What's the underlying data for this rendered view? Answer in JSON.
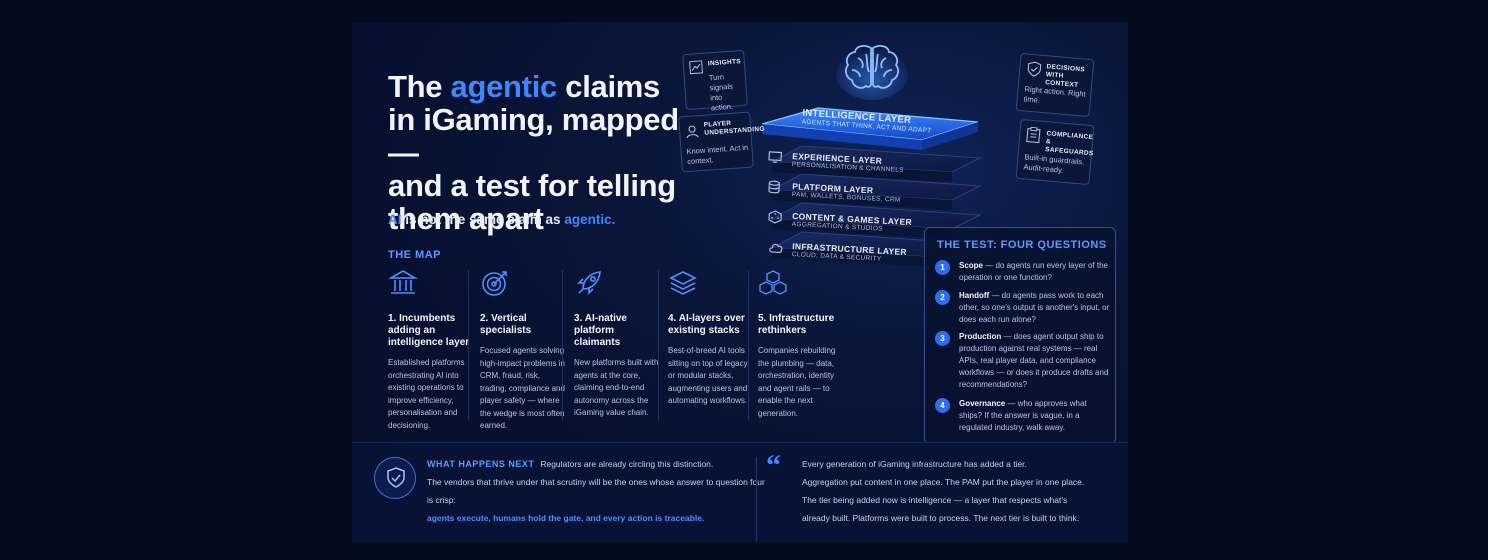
{
  "title": {
    "line1_pre": "The ",
    "line1_accent": "agentic",
    "line1_post": " claims",
    "line2": "in iGaming, mapped —",
    "line3": "and a test for telling",
    "line4": "them apart"
  },
  "subtitle": {
    "accent1": "AI",
    "middle": " is not the same claim as ",
    "accent2": "agentic."
  },
  "map": {
    "label": "THE MAP",
    "columns": [
      {
        "icon": "institution-icon",
        "heading": "1. Incumbents adding an intelligence layer",
        "body": "Established platforms orchestrating AI into existing operations to improve efficiency, personalisation and decisioning."
      },
      {
        "icon": "target-icon",
        "heading": "2. Vertical specialists",
        "body": "Focused agents solving high-impact problems in CRM, fraud, risk, trading, compliance and player safety — where the wedge is most often earned."
      },
      {
        "icon": "rocket-icon",
        "heading": "3. AI-native platform claimants",
        "body": "New platforms built with agents at the core, claiming end-to-end autonomy across the iGaming value chain."
      },
      {
        "icon": "layers-icon",
        "heading": "4. AI-layers over existing stacks",
        "body": "Best-of-breed AI tools sitting on top of legacy or modular stacks, augmenting users and automating workflows."
      },
      {
        "icon": "cubes-icon",
        "heading": "5. Infrastructure rethinkers",
        "body": "Companies rebuilding the plumbing — data, orchestration, identity and agent rails — to enable the next generation."
      }
    ]
  },
  "stack": {
    "top": {
      "title": "INTELLIGENCE LAYER",
      "sub": "AGENTS THAT THINK, ACT AND ADAPT"
    },
    "layers": [
      {
        "icon": "monitor-icon",
        "title": "EXPERIENCE LAYER",
        "sub": "PERSONALISATION & CHANNELS"
      },
      {
        "icon": "database-icon",
        "title": "PLATFORM LAYER",
        "sub": "PAM, WALLETS, BONUSES, CRM"
      },
      {
        "icon": "dice-icon",
        "title": "CONTENT & GAMES LAYER",
        "sub": "AGGREGATION & STUDIOS"
      },
      {
        "icon": "cloud-icon",
        "title": "INFRASTRUCTURE LAYER",
        "sub": "CLOUD, DATA & SECURITY"
      }
    ]
  },
  "side_boxes": {
    "insights": {
      "title": "INSIGHTS",
      "text": "Turn signals into action."
    },
    "player": {
      "title": "PLAYER UNDERSTANDING",
      "text": "Know intent. Act in context."
    },
    "decisions": {
      "title": "DECISIONS WITH CONTEXT",
      "text": "Right action. Right time."
    },
    "compliance": {
      "title": "COMPLIANCE & SAFEGUARDS",
      "text": "Built-in guardrails. Audit-ready."
    }
  },
  "test": {
    "label": "THE TEST: FOUR QUESTIONS",
    "questions": [
      {
        "n": "1",
        "term": "Scope",
        "text": " — do agents run every layer of the operation or one function?"
      },
      {
        "n": "2",
        "term": "Handoff",
        "text": " — do agents pass work to each other, so one's output is another's input, or does each run alone?"
      },
      {
        "n": "3",
        "term": "Production",
        "text": " — does agent output ship to production against real systems — real APIs, real player data, and compliance workflows — or does it produce drafts and recommendations?"
      },
      {
        "n": "4",
        "term": "Governance",
        "text": " — who approves what ships? If the answer is vague, in a regulated industry, walk away."
      }
    ]
  },
  "next": {
    "label": "WHAT HAPPENS NEXT",
    "line1": "Regulators are already circling this distinction.",
    "line2": "The vendors that thrive under that scrutiny will be the ones whose answer to question four is crisp:",
    "line3": "agents execute, humans hold the gate, and every action is traceable."
  },
  "quote": {
    "mark": "“",
    "lines": [
      "Every generation of iGaming infrastructure has added a tier.",
      "Aggregation put content in one place. The PAM put the player in one place.",
      "The tier being added now is intelligence — a layer that respects what's",
      "already built. Platforms were built to process. The next tier is built to think."
    ]
  },
  "colors": {
    "accent": "#3f86ff",
    "background": "#050b1f",
    "card": "#0a1538",
    "badge": "#2f6cf0"
  }
}
